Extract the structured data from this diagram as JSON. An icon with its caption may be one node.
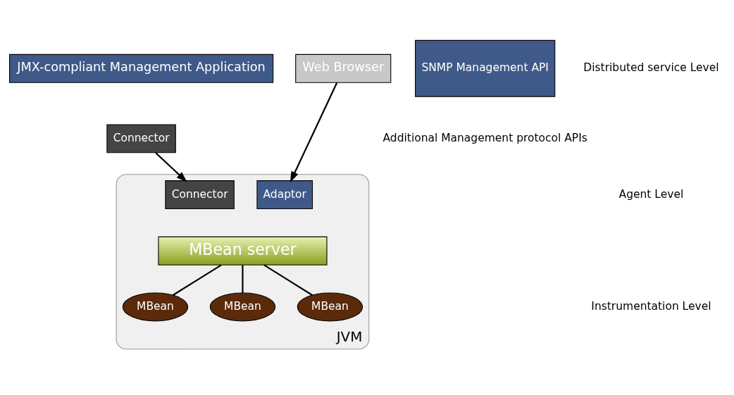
{
  "diagram": {
    "nodes": [
      {
        "text": [
          "JMX-compliant Management Application"
        ]
      },
      {
        "text": [
          "Connector"
        ]
      },
      {
        "text": [
          "Web Browser"
        ]
      },
      {
        "text": [
          "JVM"
        ]
      },
      {
        "text": [
          "Connector"
        ],
        "in": 3
      },
      {
        "text": [
          "Adaptor"
        ],
        "in": 3
      },
      {
        "text": [
          "MBean server"
        ],
        "in": 3
      },
      {
        "text": [
          "MBean"
        ],
        "in": 3
      },
      {
        "text": [
          "MBean"
        ],
        "in": 3
      },
      {
        "text": [
          "MBean"
        ],
        "in": 3
      },
      {
        "text": [
          "SNMP Management API"
        ]
      }
    ],
    "edges": [
      {
        "from": 1,
        "to": 4,
        "arrow": "to"
      },
      {
        "from": 2,
        "to": 5,
        "arrow": "to"
      },
      {
        "from": 6,
        "to": 7,
        "arrow": "none"
      },
      {
        "from": 6,
        "to": 8,
        "arrow": "none"
      },
      {
        "from": 6,
        "to": 9,
        "arrow": "none"
      }
    ],
    "labels": [
      "Distributed service Level",
      "Agent Level",
      "Instrumentation Level",
      "Additional Management protocol APIs"
    ]
  }
}
